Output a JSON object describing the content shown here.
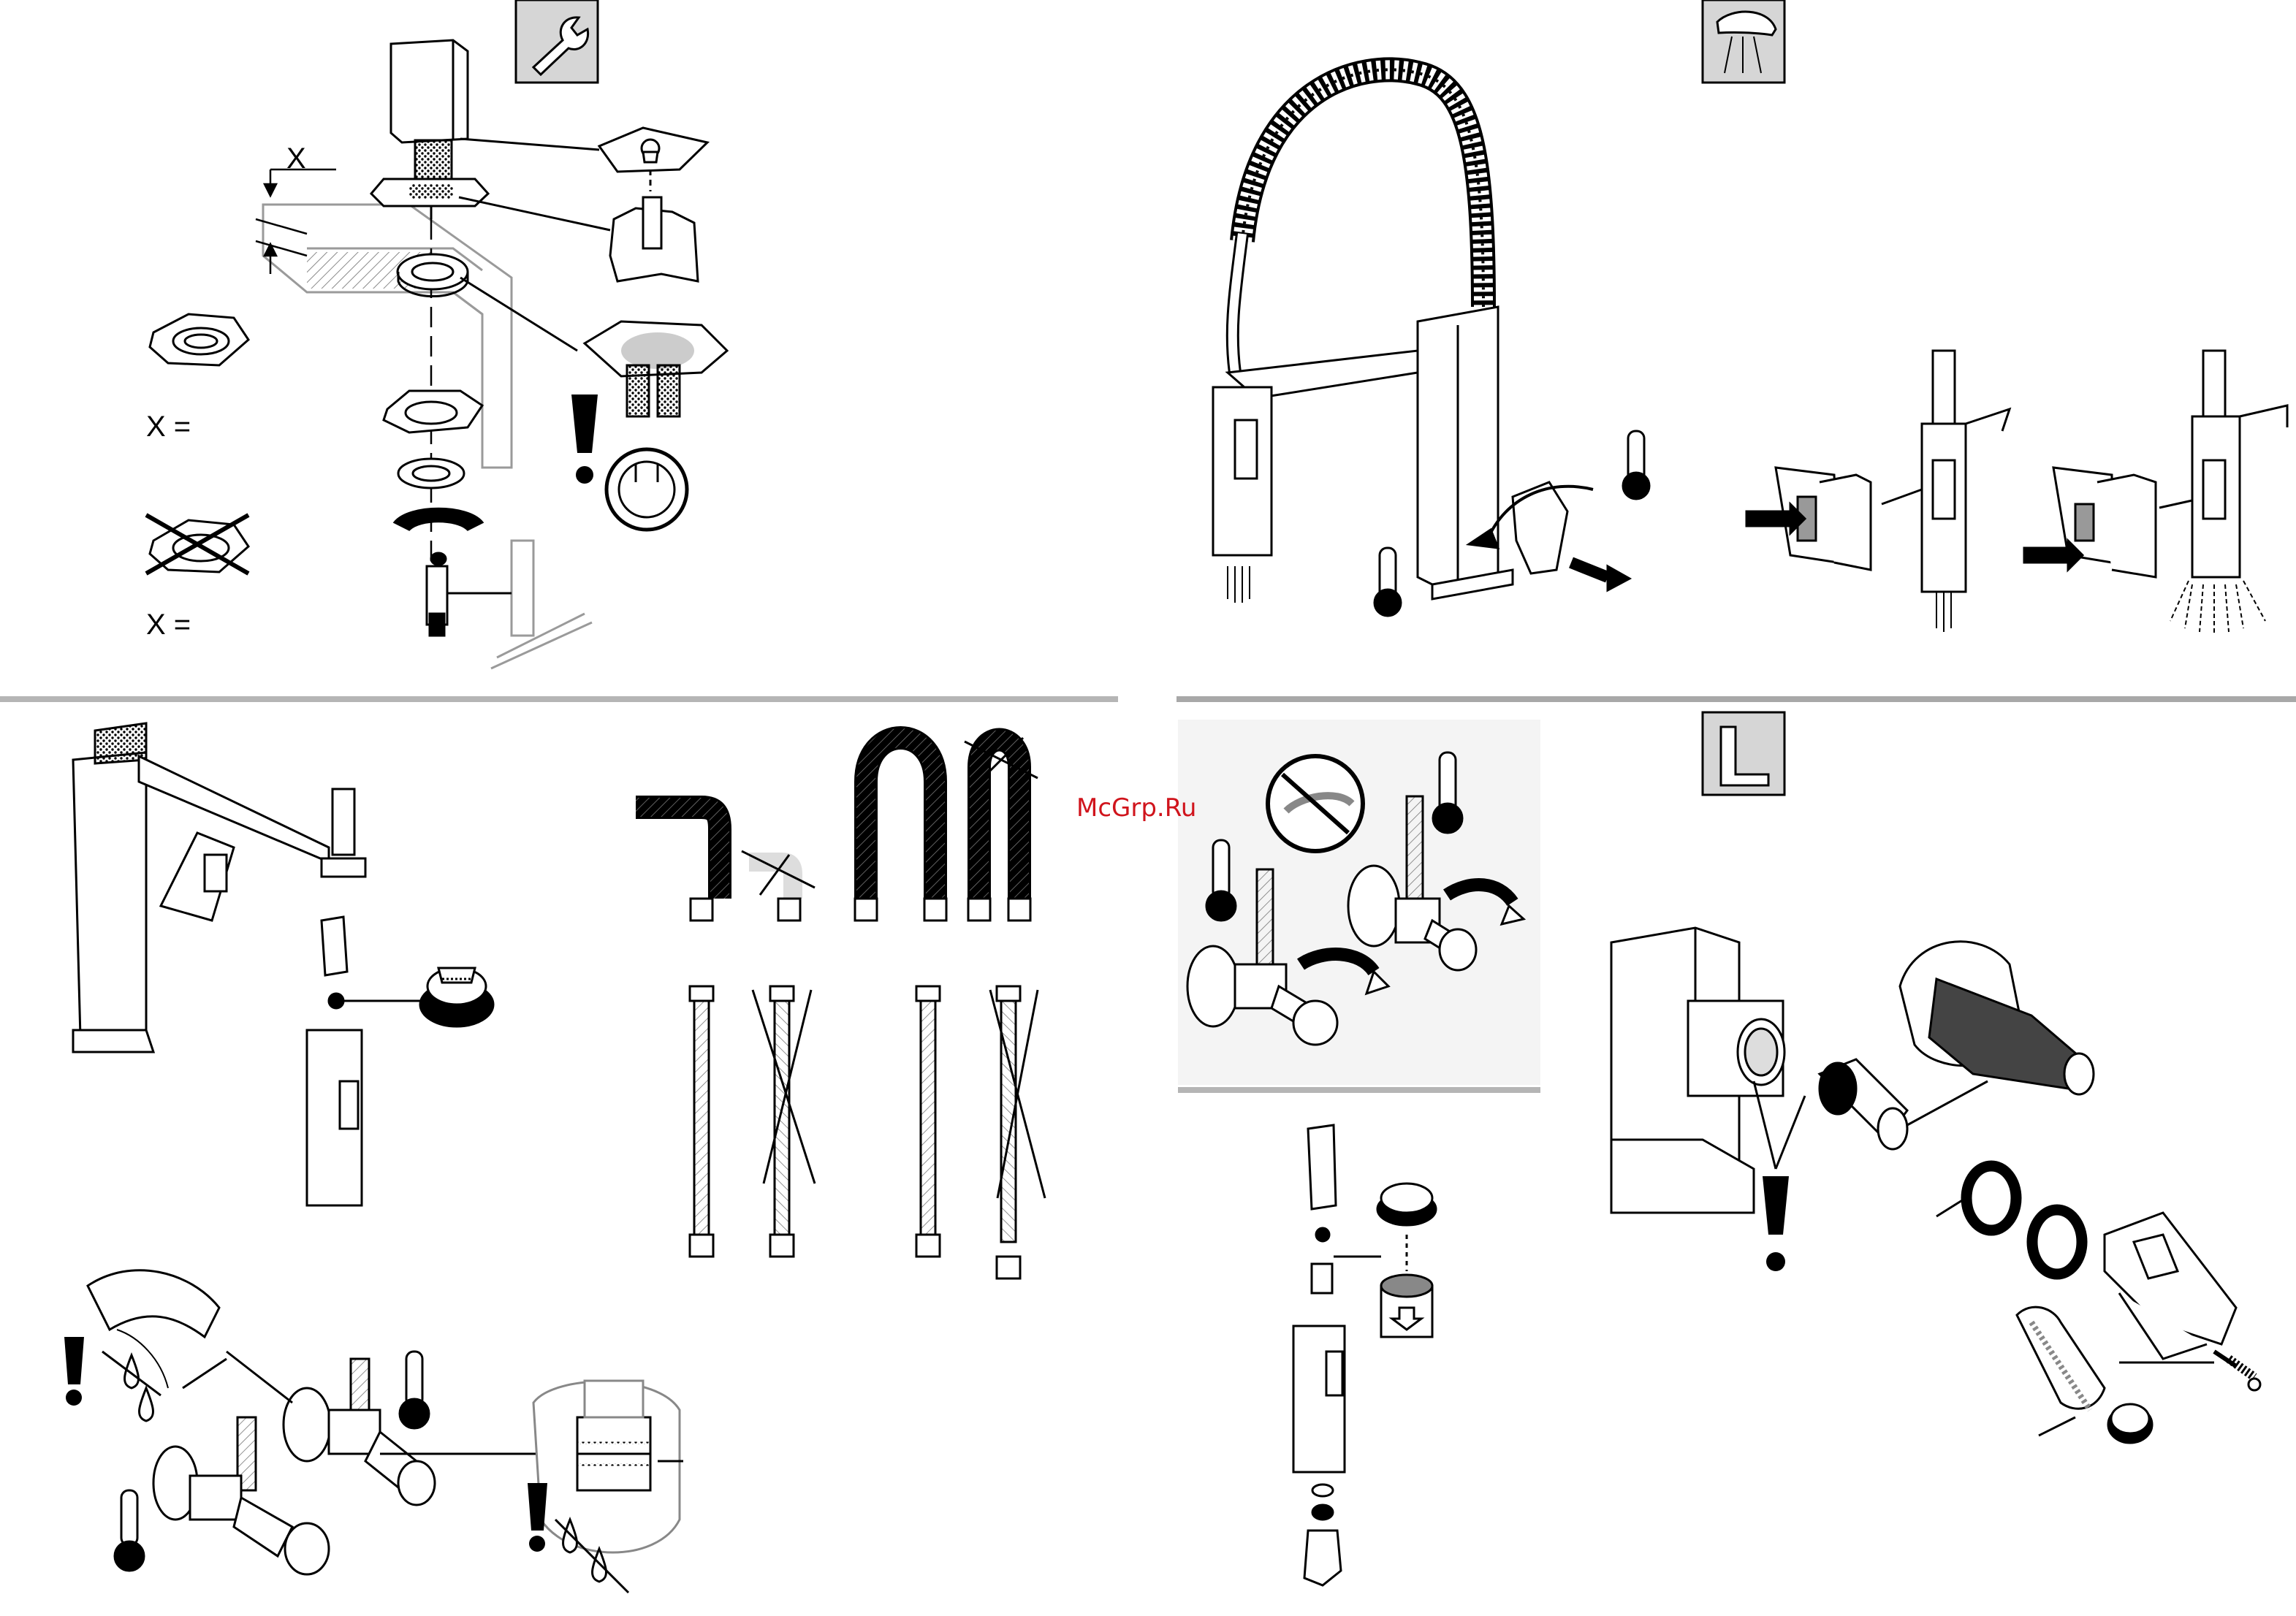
{
  "labels": {
    "x_dimension": "X",
    "x_equals_top": "X =",
    "x_equals_bottom": "X ="
  },
  "watermark": "McGrp.Ru",
  "icons": {
    "tool_box_top_left": "wrench-icon",
    "spray_box_top_right": "spray-head-icon",
    "hex_key_box": "hex-key-icon",
    "warning": "exclamation-icon",
    "temperature": "thermometer-icon"
  },
  "colors": {
    "line": "#000000",
    "pale_line": "#9a9a9a",
    "divider": "#b5b5b5",
    "icon_box": "#d6d6d6",
    "panel_bg": "#f4f4f4",
    "watermark": "#d0141c"
  }
}
